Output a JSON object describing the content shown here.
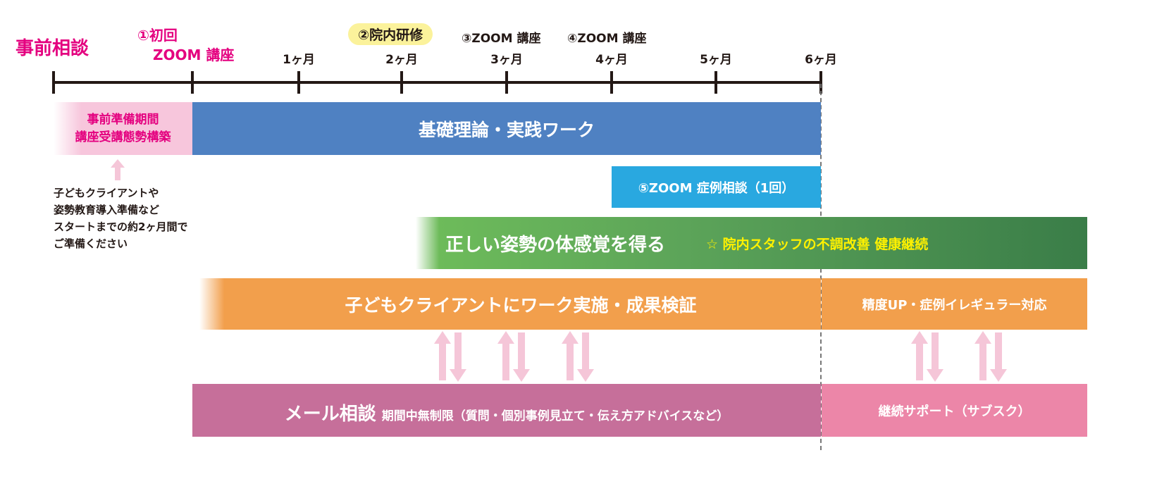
{
  "header": {
    "pre_consult": "事前相談",
    "first_lecture_l1": "①初回",
    "first_lecture_l2": "ZOOM 講座",
    "training": "②院内研修",
    "zoom3": "③ZOOM 講座",
    "zoom4": "④ZOOM 講座",
    "months": [
      "1ヶ月",
      "2ヶ月",
      "3ヶ月",
      "4ヶ月",
      "5ヶ月",
      "6ヶ月"
    ]
  },
  "bars": {
    "prep_l1": "事前準備期間",
    "prep_l2": "講座受講態勢構築",
    "basic": "基礎理論・実践ワーク",
    "zoom5": "⑤ZOOM 症例相談（1回）",
    "posture": "正しい姿勢の体感覚を得る",
    "staff": "☆ 院内スタッフの不調改善 健康継続",
    "children": "子どもクライアントにワーク実施・成果検証",
    "precision": "精度UP・症例イレギュラー対応",
    "mail_title": "メール相談",
    "mail_detail": "期間中無制限（質問・個別事例見立て・伝え方アドバイスなど）",
    "support": "継続サポート（サブスク）"
  },
  "note": [
    "子どもクライアントや",
    "姿勢教育導入準備など",
    "スタートまでの約2ヶ月間で",
    "ご準備ください"
  ],
  "colors": {
    "pink": "#e4007f",
    "blue": "#4f81c2",
    "cyan": "#29a8e0",
    "orange": "#f29f4c",
    "mail": "#c66f9a",
    "support": "#ec86a8",
    "arrow": "#f5c6d8"
  }
}
